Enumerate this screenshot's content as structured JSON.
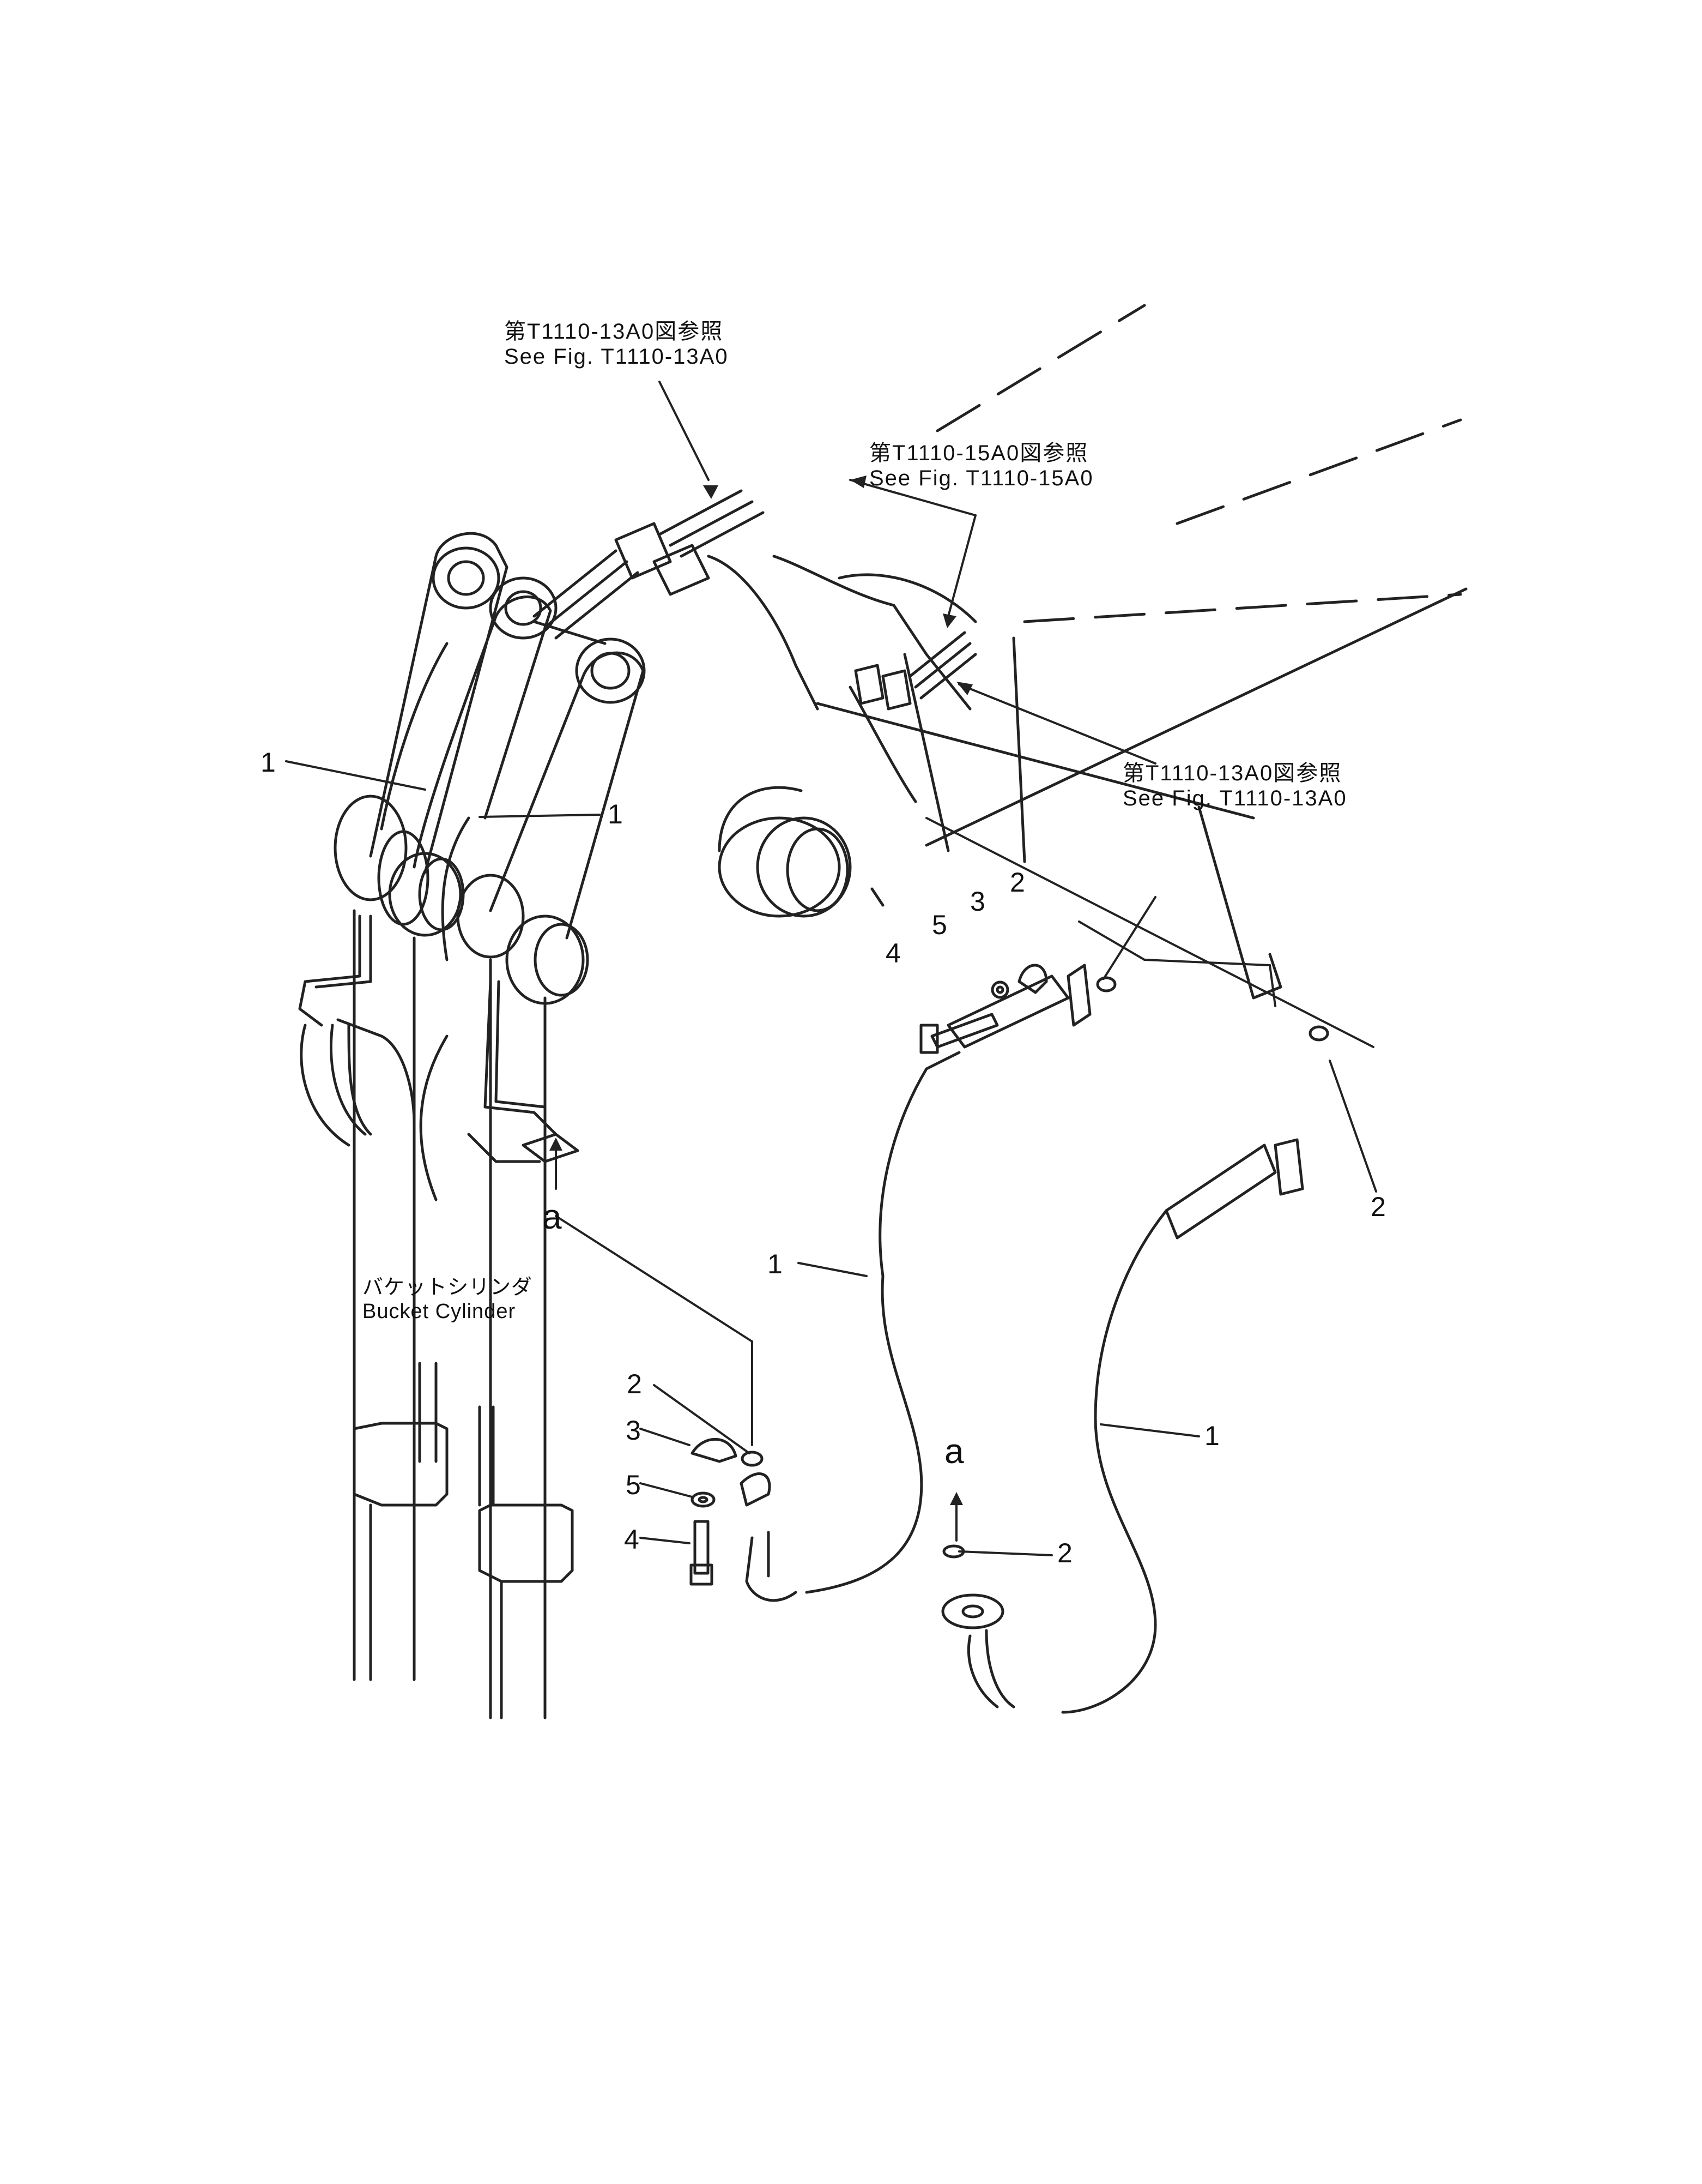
{
  "references": [
    {
      "jp": "第T1110-13A0図参照",
      "en": "See  Fig. T1110-13A0"
    },
    {
      "jp": "第T1110-15A0図参照",
      "en": "See  Fig. T1110-15A0"
    },
    {
      "jp": "第T1110-13A0図参照",
      "en": "See  Fig. T1110-13A0"
    }
  ],
  "component_label": {
    "jp": "バケットシリンダ",
    "en": "Bucket  Cylinder"
  },
  "callouts": [
    "1",
    "1",
    "1",
    "1",
    "2",
    "2",
    "2",
    "2",
    "3",
    "3",
    "4",
    "4",
    "5",
    "5"
  ],
  "view_marker": [
    "a",
    "a"
  ]
}
